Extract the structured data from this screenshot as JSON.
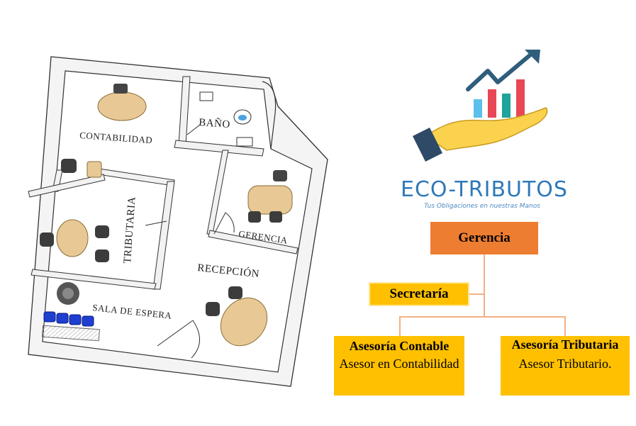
{
  "floorplan": {
    "rooms": {
      "contabilidad": "CONTABILIDAD",
      "bano": "BAÑO",
      "tributaria": "TRIBUTARIA",
      "gerencia": "GERENCIA",
      "recepcion": "RECEPCIÓN",
      "sala_espera": "SALA DE ESPERA"
    }
  },
  "logo": {
    "brand": "ECO-TRIBUTOS",
    "tagline": "Tus Obligaciones en nuestras Manos",
    "bar_colors": [
      "#5bc0eb",
      "#e84855",
      "#1fa39a",
      "#e84855"
    ],
    "arrow_color": "#2f5d7c",
    "hand_color": "#fbd24e",
    "sleeve_color": "#2e4a66"
  },
  "org_chart": {
    "gerencia": "Gerencia",
    "secretaria": "Secretaría",
    "contable": {
      "title": "Asesoría Contable",
      "subtitle": "Asesor en Contabilidad"
    },
    "tributaria": {
      "title": "Asesoría Tributaria",
      "subtitle": "Asesor Tributario."
    },
    "colors": {
      "top": "#ed7d31",
      "boxes": "#fec000",
      "lines": "#f4b084"
    }
  }
}
